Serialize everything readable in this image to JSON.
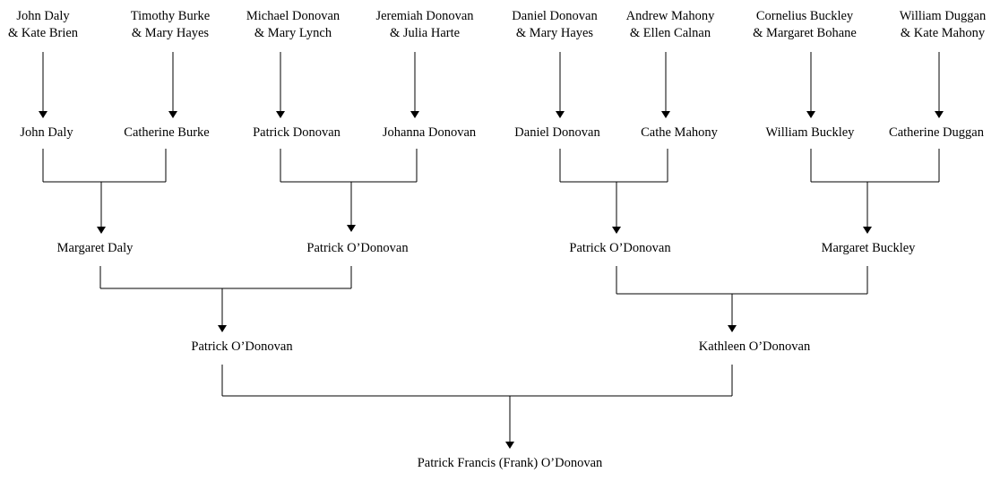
{
  "generations": {
    "great_grandparents": [
      {
        "id": "gg1",
        "line1": "John Daly",
        "line2": "& Kate Brien"
      },
      {
        "id": "gg2",
        "line1": "Timothy Burke",
        "line2": "& Mary Hayes"
      },
      {
        "id": "gg3",
        "line1": "Michael Donovan",
        "line2": "& Mary Lynch"
      },
      {
        "id": "gg4",
        "line1": "Jeremiah Donovan",
        "line2": "& Julia Harte"
      },
      {
        "id": "gg5",
        "line1": "Daniel Donovan",
        "line2": "& Mary Hayes"
      },
      {
        "id": "gg6",
        "line1": "Andrew Mahony",
        "line2": "& Ellen Calnan"
      },
      {
        "id": "gg7",
        "line1": "Cornelius Buckley",
        "line2": "& Margaret Bohane"
      },
      {
        "id": "gg8",
        "line1": "William Duggan",
        "line2": "& Kate Mahony"
      }
    ],
    "grandparents_gen3": [
      {
        "id": "g1",
        "name": "John Daly"
      },
      {
        "id": "g2",
        "name": "Catherine Burke"
      },
      {
        "id": "g3",
        "name": "Patrick Donovan"
      },
      {
        "id": "g4",
        "name": "Johanna Donovan"
      },
      {
        "id": "g5",
        "name": "Daniel Donovan"
      },
      {
        "id": "g6",
        "name": "Cathe Mahony"
      },
      {
        "id": "g7",
        "name": "William Buckley"
      },
      {
        "id": "g8",
        "name": "Catherine Duggan"
      }
    ],
    "grandparents_gen2": [
      {
        "id": "p1",
        "name": "Margaret Daly"
      },
      {
        "id": "p2",
        "name": "Patrick O’Donovan"
      },
      {
        "id": "p3",
        "name": "Patrick O’Donovan"
      },
      {
        "id": "p4",
        "name": "Margaret Buckley"
      }
    ],
    "parents": [
      {
        "id": "m1",
        "name": "Patrick O’Donovan"
      },
      {
        "id": "m2",
        "name": "Kathleen O’Donovan"
      }
    ],
    "subject": {
      "id": "s1",
      "name": "Patrick Francis (Frank) O’Donovan"
    }
  },
  "colors": {
    "line": "#000000",
    "text": "#000000",
    "background": "#ffffff"
  }
}
